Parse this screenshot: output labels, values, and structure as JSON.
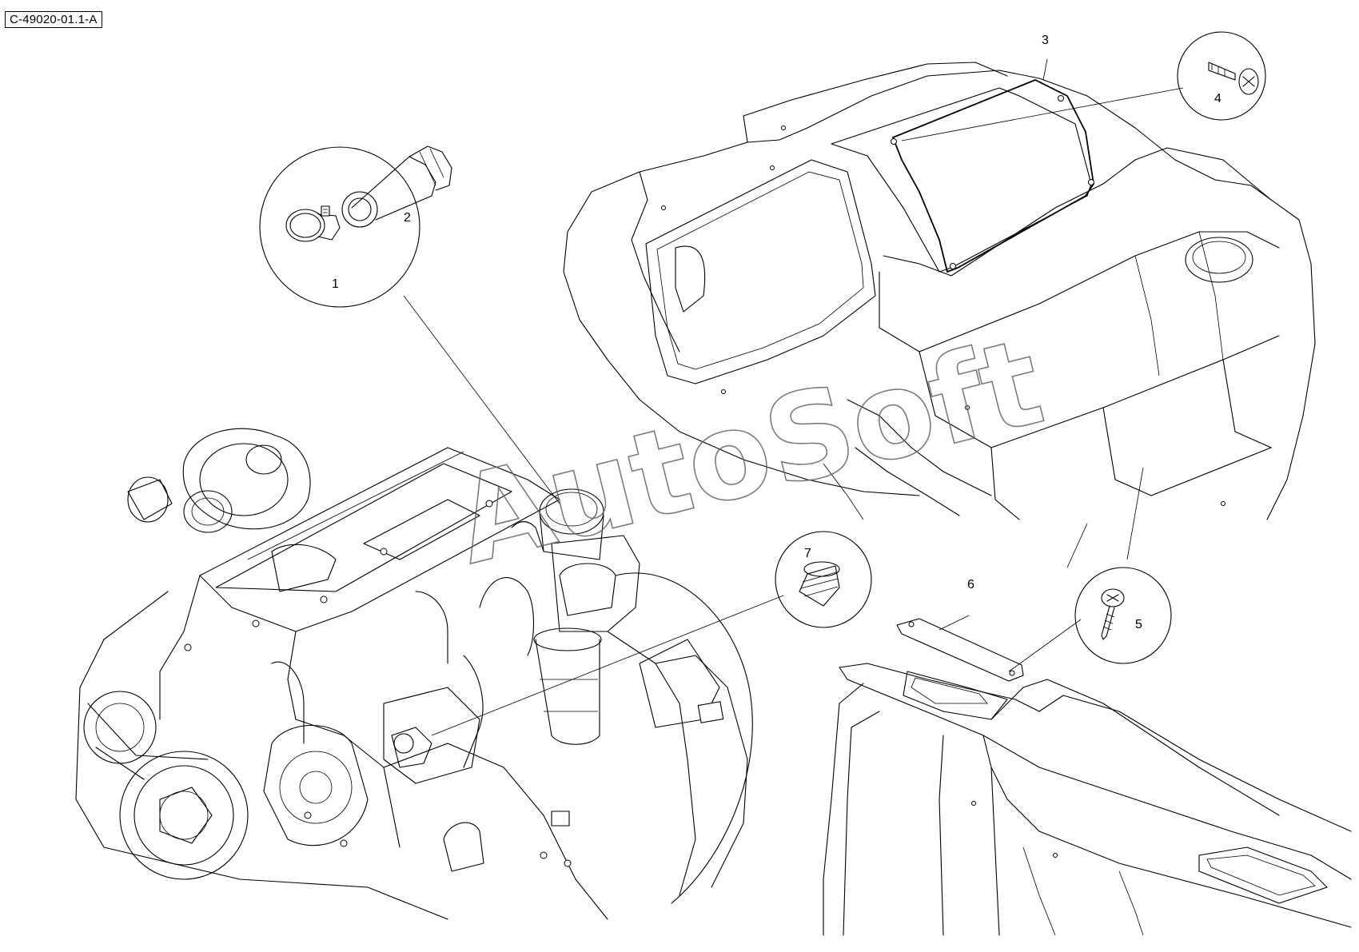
{
  "drawing": {
    "reference_code": "C-49020-01.1-A",
    "watermark": "AutoSoft"
  },
  "callouts": [
    {
      "id": "1",
      "label": "1"
    },
    {
      "id": "2",
      "label": "2"
    },
    {
      "id": "3",
      "label": "3"
    },
    {
      "id": "4",
      "label": "4"
    },
    {
      "id": "5",
      "label": "5"
    },
    {
      "id": "6",
      "label": "6"
    },
    {
      "id": "7",
      "label": "7"
    }
  ],
  "icons": {
    "clamp": "hose-clamp-icon",
    "sleeve": "rubber-sleeve-icon",
    "screw_flat": "machine-screw-icon",
    "screw_tapping": "tapping-screw-icon",
    "grommet": "grommet-plug-icon"
  }
}
